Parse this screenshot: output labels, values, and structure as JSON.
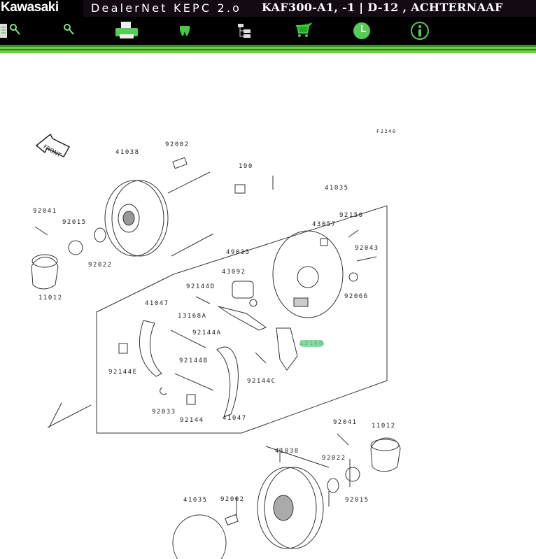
{
  "header": {
    "logo": "Kawasaki",
    "app_name": "DealerNet KEPC 2.o",
    "title": "KAF300-A1, -1 | D-12 , ACHTERNAAF"
  },
  "toolbar": [
    {
      "icon": "document-search-icon"
    },
    {
      "icon": "search-icon"
    },
    {
      "icon": "printer-icon"
    },
    {
      "icon": "parts-icon"
    },
    {
      "icon": "tree-icon"
    },
    {
      "icon": "cart-icon"
    },
    {
      "icon": "clock-icon"
    },
    {
      "icon": "info-icon"
    }
  ],
  "colors": {
    "accent": "#4caf3c",
    "header_bg": "#140a14",
    "highlight": "#7fe0a0"
  },
  "diagram": {
    "code": "F2240",
    "front_label": "FRONT",
    "parts": [
      {
        "label": "41038"
      },
      {
        "label": "92002"
      },
      {
        "label": "190"
      },
      {
        "label": "41035"
      },
      {
        "label": "92041"
      },
      {
        "label": "92015"
      },
      {
        "label": "92150"
      },
      {
        "label": "43057"
      },
      {
        "label": "92022"
      },
      {
        "label": "49035"
      },
      {
        "label": "92043"
      },
      {
        "label": "43092"
      },
      {
        "label": "11012"
      },
      {
        "label": "92066"
      },
      {
        "label": "92144D"
      },
      {
        "label": "41047"
      },
      {
        "label": "13168A"
      },
      {
        "label": "92144A"
      },
      {
        "label": "13168",
        "highlighted": true
      },
      {
        "label": "92144E"
      },
      {
        "label": "92144B"
      },
      {
        "label": "92144C"
      },
      {
        "label": "92033"
      },
      {
        "label": "92144"
      },
      {
        "label": "41047"
      },
      {
        "label": "92041"
      },
      {
        "label": "11012"
      },
      {
        "label": "41038"
      },
      {
        "label": "92022"
      },
      {
        "label": "92015"
      },
      {
        "label": "41035"
      },
      {
        "label": "92002"
      }
    ]
  }
}
